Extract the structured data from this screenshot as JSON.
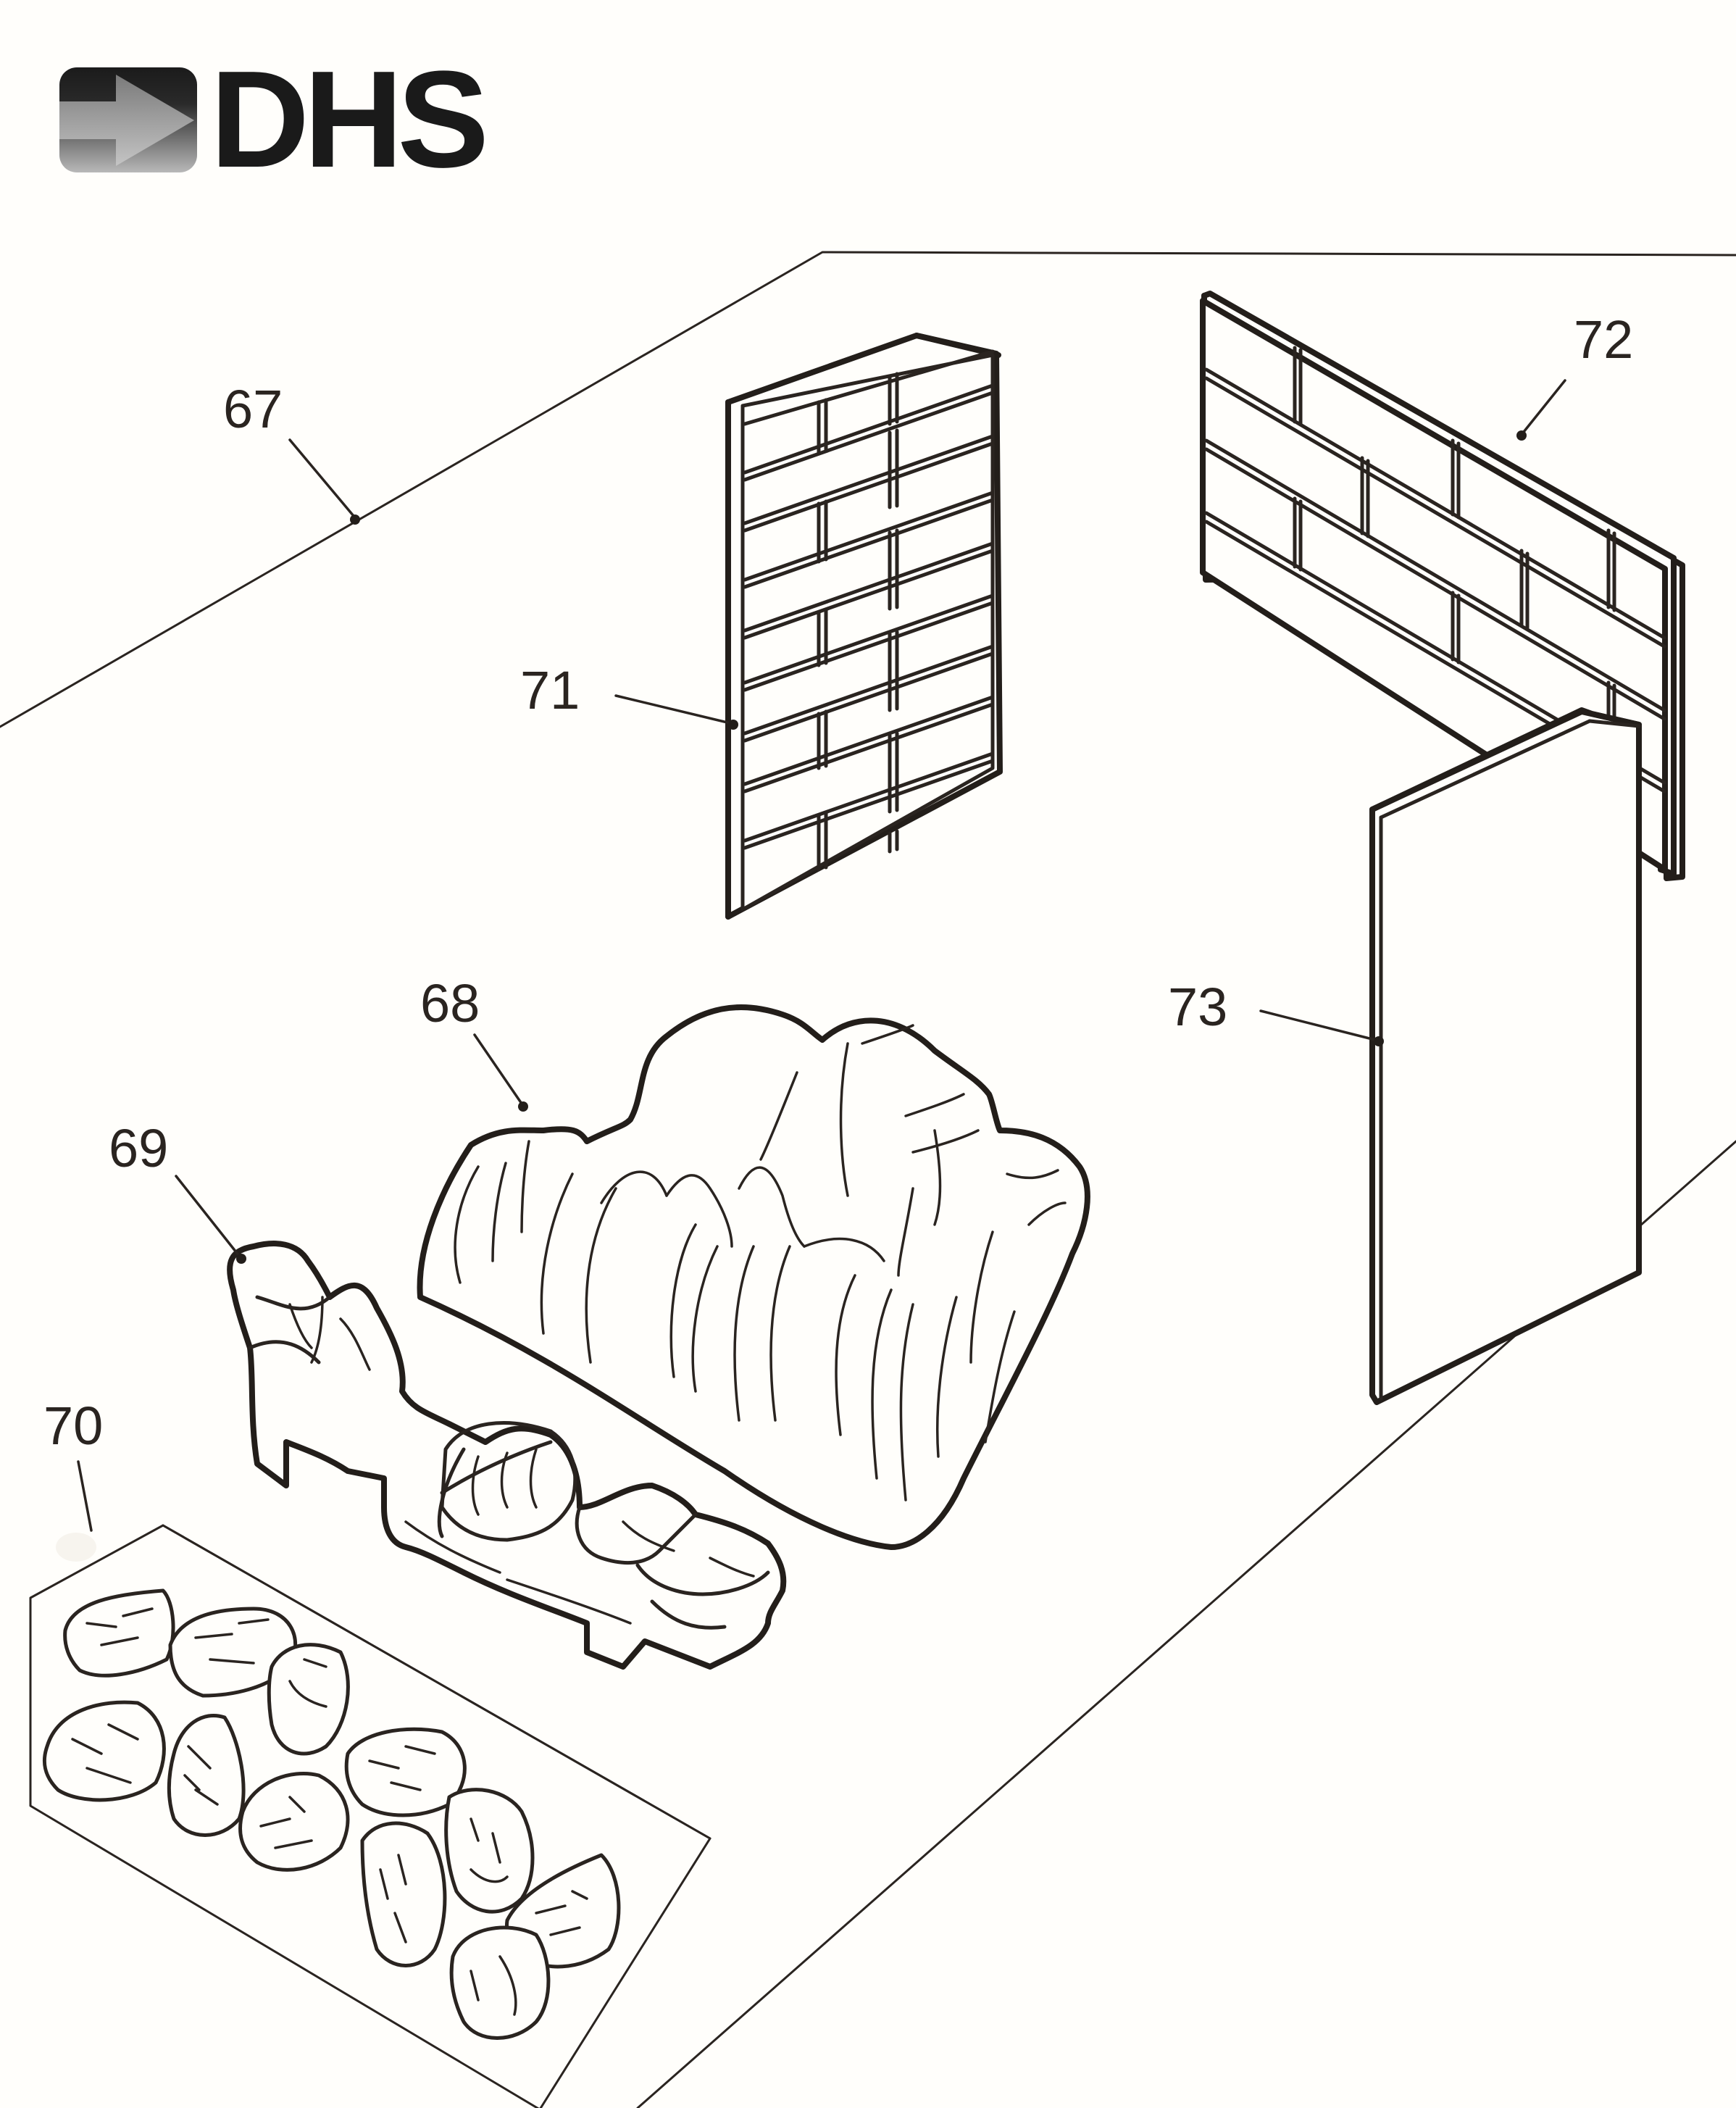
{
  "logo": {
    "brand": "DHS",
    "icon": "arrow-right-icon"
  },
  "diagram": {
    "title": "Exploded parts view – fireplace fuel bed & liners",
    "callouts": [
      {
        "id": "67",
        "part": "base tray / outline"
      },
      {
        "id": "68",
        "part": "log set"
      },
      {
        "id": "69",
        "part": "front log / grate"
      },
      {
        "id": "70",
        "part": "pebble / ember tray"
      },
      {
        "id": "71",
        "part": "left brick liner panel"
      },
      {
        "id": "72",
        "part": "rear brick liner panel"
      },
      {
        "id": "73",
        "part": "right plain liner panel"
      }
    ]
  },
  "colors": {
    "ink": "#2a2420",
    "paper": "#fffefb",
    "logo_dark": "#1a1a1a",
    "logo_gradient_light": "#bdbdbd"
  }
}
